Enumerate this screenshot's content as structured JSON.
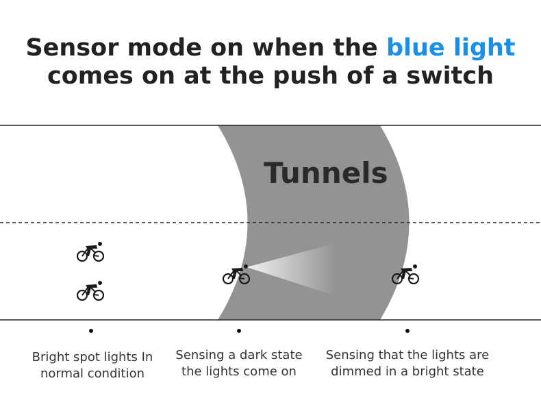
{
  "title": {
    "line1_prefix": "Sensor mode on when the ",
    "line1_highlight": "blue light",
    "line2": "comes on at the push of a switch",
    "highlight_color": "#1a8fe6"
  },
  "tunnel": {
    "label": "Tunnels",
    "color": "#939393"
  },
  "captions": [
    {
      "line1": "Bright spot lights In",
      "line2": "normal condition"
    },
    {
      "line1": "Sensing a dark state",
      "line2": "the lights come on"
    },
    {
      "line1": "Sensing that the lights are",
      "line2": "dimmed in a bright state"
    }
  ]
}
